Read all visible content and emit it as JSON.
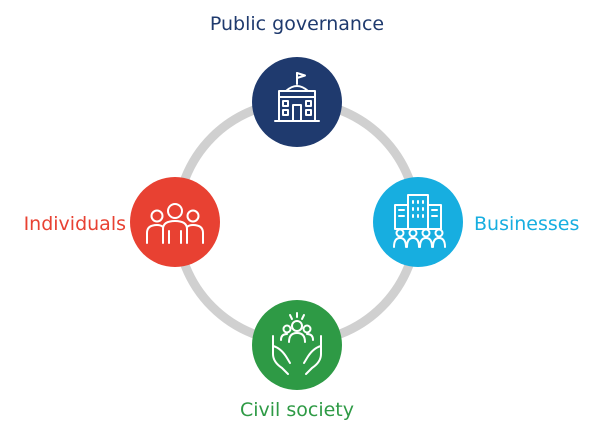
{
  "colors": {
    "ring": "#d0d0d0",
    "governance": "#1f3a6e",
    "businesses": "#17aee0",
    "society": "#2e9a45",
    "individuals": "#e84132"
  },
  "nodes": {
    "governance": {
      "label": "Public governance",
      "icon": "government-building-icon"
    },
    "businesses": {
      "label": "Businesses",
      "icon": "office-building-people-icon"
    },
    "society": {
      "label": "Civil society",
      "icon": "hands-holding-people-icon"
    },
    "individuals": {
      "label": "Individuals",
      "icon": "people-group-icon"
    }
  }
}
